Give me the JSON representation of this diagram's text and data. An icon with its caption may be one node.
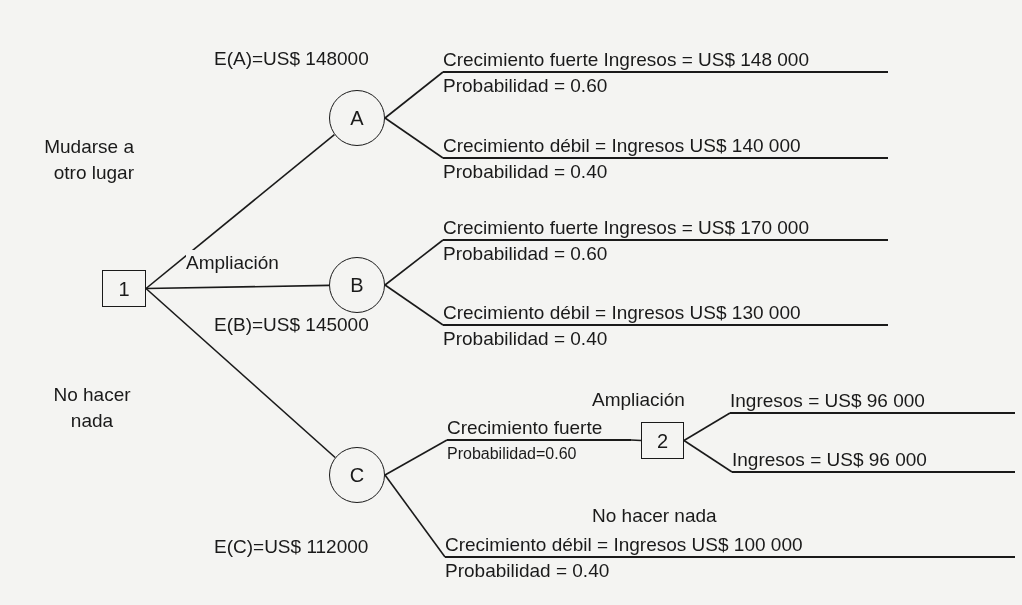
{
  "diagram": {
    "nodes": [
      {
        "text": [
          "1"
        ]
      },
      {
        "text": [
          "A"
        ],
        "beside": [
          "E(A)=US$ 148000"
        ]
      },
      {
        "text": [
          "B"
        ],
        "beside": [
          "E(B)=US$ 145000"
        ]
      },
      {
        "text": [
          "C"
        ],
        "beside": [
          "E(C)=US$ 112000"
        ]
      },
      {
        "text": [
          "Crecimiento fuerte Ingresos = US$ 148 000",
          "Probabilidad = 0.60"
        ]
      },
      {
        "text": [
          "Crecimiento débil = Ingresos US$ 140 000",
          "Probabilidad = 0.40"
        ]
      },
      {
        "text": [
          "Crecimiento fuerte Ingresos = US$ 170 000",
          "Probabilidad = 0.60"
        ]
      },
      {
        "text": [
          "Crecimiento débil = Ingresos US$ 130 000",
          "Probabilidad = 0.40"
        ]
      },
      {
        "text": [
          "Crecimiento fuerte",
          "Probabilidad=0.60"
        ]
      },
      {
        "text": [
          "2"
        ]
      },
      {
        "text": [
          "Ingresos = US$ 96 000"
        ]
      },
      {
        "text": [
          "Ingresos = US$ 96 000"
        ]
      },
      {
        "text": [
          "Crecimiento débil = Ingresos US$ 100 000",
          "Probabilidad = 0.40"
        ]
      }
    ],
    "edges": [
      {
        "from": 0,
        "to": 1,
        "arrow": "none",
        "label": "Mudarse a otro lugar"
      },
      {
        "from": 0,
        "to": 2,
        "arrow": "none",
        "label": "Ampliación"
      },
      {
        "from": 0,
        "to": 3,
        "arrow": "none",
        "label": "No hacer nada"
      },
      {
        "from": 1,
        "to": 4,
        "arrow": "none"
      },
      {
        "from": 1,
        "to": 5,
        "arrow": "none"
      },
      {
        "from": 2,
        "to": 6,
        "arrow": "none"
      },
      {
        "from": 2,
        "to": 7,
        "arrow": "none"
      },
      {
        "from": 3,
        "to": 8,
        "arrow": "none"
      },
      {
        "from": 8,
        "to": 9,
        "arrow": "none"
      },
      {
        "from": 9,
        "to": 10,
        "arrow": "none",
        "label": "Ampliación"
      },
      {
        "from": 9,
        "to": 11,
        "arrow": "none",
        "label": "No hacer nada"
      },
      {
        "from": 3,
        "to": 12,
        "arrow": "none"
      }
    ]
  }
}
